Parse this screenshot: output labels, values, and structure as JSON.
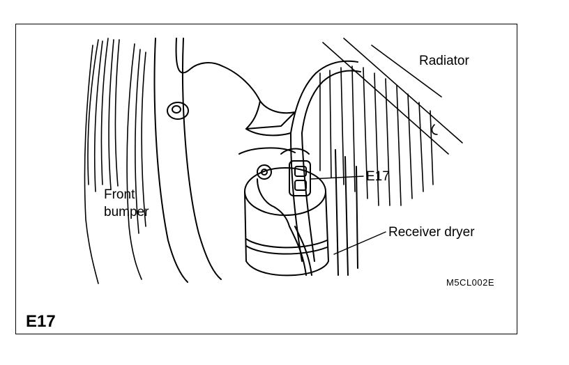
{
  "labels": {
    "radiator": "Radiator",
    "e17": "E17",
    "front_bumper": "Front\nbumper",
    "receiver_dryer": "Receiver dryer"
  },
  "figure_code": "M5CL002E",
  "figure_id": "E17"
}
